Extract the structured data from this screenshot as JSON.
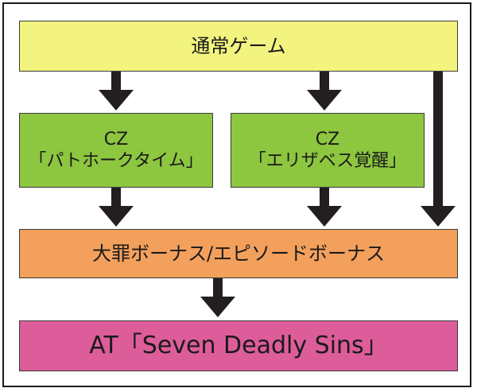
{
  "diagram": {
    "nodes": {
      "normal_game": "通常ゲーム",
      "cz1_line1": "CZ",
      "cz1_line2": "「パトホークタイム」",
      "cz2_line1": "CZ",
      "cz2_line2": "「エリザベス覚醒」",
      "bonus": "大罪ボーナス/エピソードボーナス",
      "at": "AT「Seven Deadly Sins」"
    },
    "edges": [
      {
        "from": "normal_game",
        "to": "cz1"
      },
      {
        "from": "normal_game",
        "to": "cz2"
      },
      {
        "from": "normal_game",
        "to": "bonus"
      },
      {
        "from": "cz1",
        "to": "bonus"
      },
      {
        "from": "cz2",
        "to": "bonus"
      },
      {
        "from": "bonus",
        "to": "at"
      }
    ],
    "colors": {
      "normal_game": "#f3f480",
      "cz": "#8dc63f",
      "bonus": "#f2a05c",
      "at": "#dd5d9a",
      "arrow": "#231f20"
    }
  }
}
